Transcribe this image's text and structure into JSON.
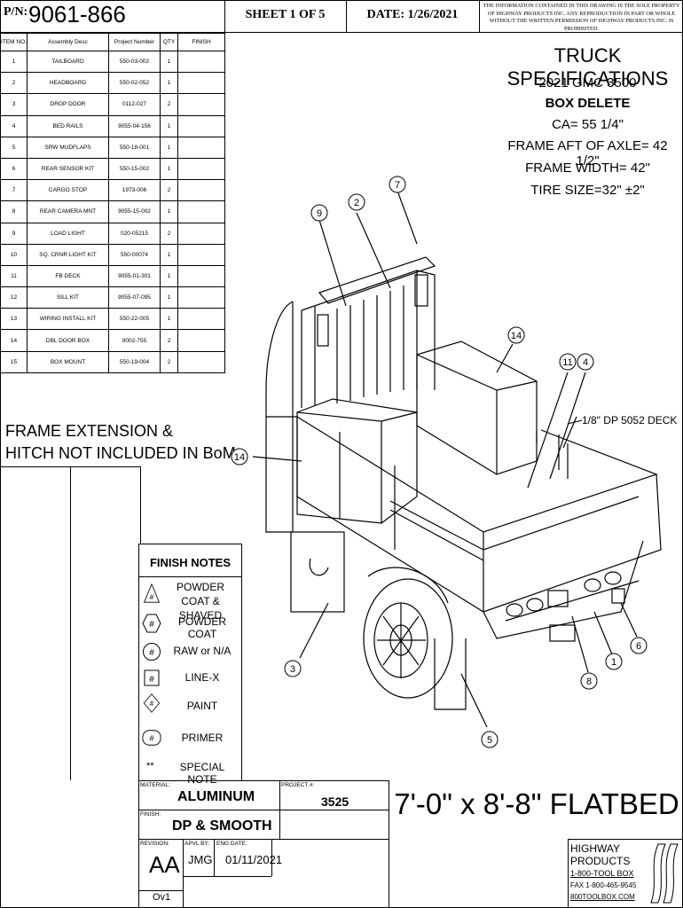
{
  "title_block": {
    "pn_label": "P/N:",
    "pn_value": "9061-866",
    "sheet": "SHEET 1 OF 5",
    "date": "DATE: 1/26/2021",
    "notice": "THE INFORMATION CONTAINED IN THIS DRAWING IS THE SOLE PROPERTY OF HIGHWAY PRODUCTS INC. ANY REPRODUCTION IN PART OR WHOLE WITHOUT THE WRITTEN PERMISSION OF HIGHWAY PRODUCTS INC. IS PROHIBITED."
  },
  "bom": {
    "headers": [
      "ITEM NO.",
      "Assembly Desc",
      "Project Number",
      "QTY",
      "FINISH"
    ],
    "rows": [
      [
        "1",
        "TAILBOARD",
        "550-03-002",
        "1",
        ""
      ],
      [
        "2",
        "HEADBOARD",
        "550-02-052",
        "1",
        ""
      ],
      [
        "3",
        "DROP DOOR",
        "0112-027",
        "2",
        ""
      ],
      [
        "4",
        "BED RAILS",
        "9055-04-156",
        "1",
        ""
      ],
      [
        "5",
        "SRW MUDFLAPS",
        "550-18-001",
        "1",
        ""
      ],
      [
        "6",
        "REAR SENSOR KIT",
        "550-15-002",
        "1",
        ""
      ],
      [
        "7",
        "CARGO STOP",
        "1973-006",
        "2",
        ""
      ],
      [
        "8",
        "REAR CAMERA MNT",
        "9055-15-002",
        "1",
        ""
      ],
      [
        "9",
        "LOAD LIGHT",
        "020-05215",
        "2",
        ""
      ],
      [
        "10",
        "SQ. CRNR LIGHT KIT",
        "550-00074",
        "1",
        ""
      ],
      [
        "11",
        "FB DECK",
        "9055-01-301",
        "1",
        ""
      ],
      [
        "12",
        "SILL KIT",
        "9055-07-095",
        "1",
        ""
      ],
      [
        "13",
        "WIRING INSTALL KIT",
        "550-22-005",
        "1",
        ""
      ],
      [
        "14",
        "DBL DOOR BOX",
        "9002-755",
        "2",
        ""
      ],
      [
        "15",
        "BOX MOUNT",
        "550-19-004",
        "2",
        ""
      ]
    ]
  },
  "specs": {
    "heading": "TRUCK SPECIFICATIONS",
    "model": "2021 GMC 3500",
    "box": "BOX DELETE",
    "ca": "CA=  55 1/4\"",
    "frame_aft": "FRAME AFT OF AXLE= 42 1/2\"",
    "frame_width": "FRAME WIDTH= 42\"",
    "tire": "TIRE SIZE=32\" ±2\""
  },
  "frame_note": {
    "line1": "FRAME EXTENSION &",
    "line2": "HITCH NOT INCLUDED IN BoM"
  },
  "finish_notes": {
    "heading": "FINISH NOTES",
    "symbol": "#",
    "special_symbol": "**",
    "items": [
      {
        "label": "POWDER COAT & SHAVED",
        "shape": "triangle"
      },
      {
        "label": "POWDER COAT",
        "shape": "hexagon"
      },
      {
        "label": "RAW or N/A",
        "shape": "circle"
      },
      {
        "label": "LINE-X",
        "shape": "square"
      },
      {
        "label": "PAINT",
        "shape": "diamond"
      },
      {
        "label": "PRIMER",
        "shape": "pill"
      },
      {
        "label": "SPECIAL NOTE",
        "shape": "none"
      }
    ]
  },
  "bottom_block": {
    "material_label": "MATERIAL:",
    "material": "ALUMINUM",
    "project_label": "PROJECT #:",
    "project": "3525",
    "finish_label": "FINISH:",
    "finish": "DP & SMOOTH",
    "revision_label": "REVISION:",
    "revision": "AA",
    "revision_sub": "Ov1",
    "apvl_label": "APVL BY:",
    "apvl": "JMG",
    "eng_label": "ENG DATE:",
    "eng_date": "01/11/2021",
    "drawing_title": "7'-0\" x 8'-8\"  FLATBED"
  },
  "company": {
    "line1": "HIGHWAY",
    "line2": "PRODUCTS",
    "line3": "1-800-TOOL BOX",
    "line4": "FAX 1-800-465-9545",
    "line5": "800TOOLBOX.COM"
  },
  "drawing": {
    "callouts": [
      "7",
      "2",
      "9",
      "14",
      "11",
      "4",
      "14",
      "6",
      "1",
      "8",
      "3",
      "5"
    ],
    "deck_note": "1/8\" DP 5052 DECK"
  }
}
